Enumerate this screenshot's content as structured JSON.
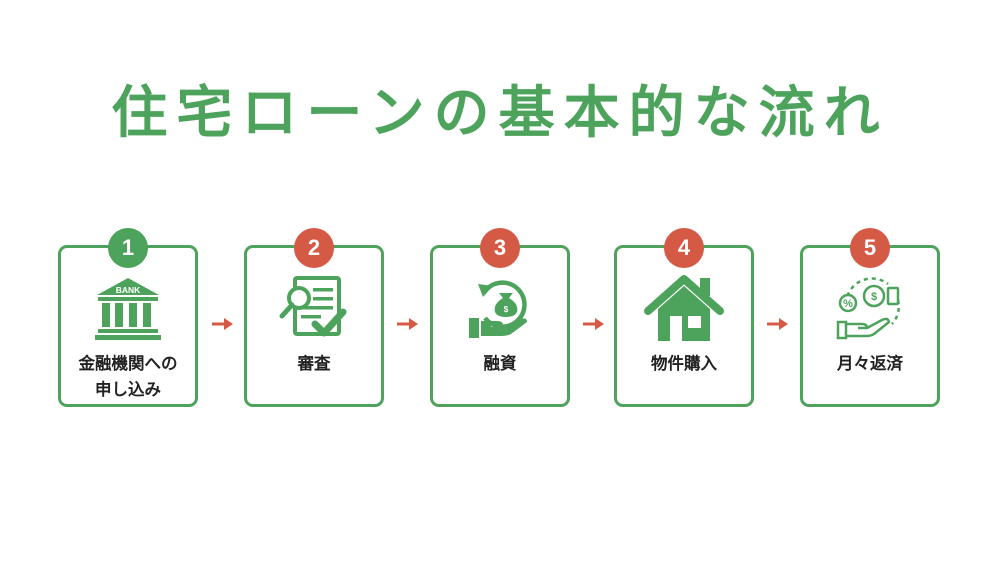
{
  "title": "住宅ローンの基本的な流れ",
  "colors": {
    "green": "#4ea35c",
    "red": "#d55a45",
    "text": "#222222"
  },
  "steps": [
    {
      "number": "1",
      "label_lines": [
        "金融機関への",
        "申し込み"
      ],
      "icon": "bank-icon",
      "icon_text": "BANK",
      "badge_color": "green"
    },
    {
      "number": "2",
      "label_lines": [
        "審査"
      ],
      "icon": "document-review-icon",
      "badge_color": "red"
    },
    {
      "number": "3",
      "label_lines": [
        "融資"
      ],
      "icon": "money-bag-hand-icon",
      "badge_color": "red"
    },
    {
      "number": "4",
      "label_lines": [
        "物件購入"
      ],
      "icon": "house-icon",
      "badge_color": "red"
    },
    {
      "number": "5",
      "label_lines": [
        "月々返済"
      ],
      "icon": "repayment-hand-icon",
      "badge_color": "red"
    }
  ]
}
